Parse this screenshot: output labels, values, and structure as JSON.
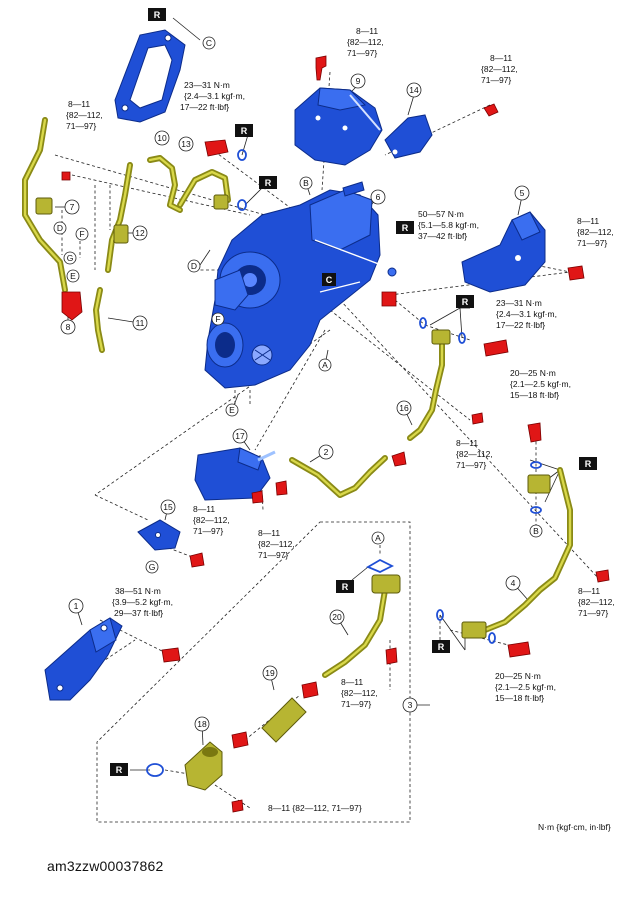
{
  "doc_code": "am3zzw00037862",
  "units_note": "N·m {kgf·cm, in·lbf}",
  "replace_mark": "R",
  "ref_letters": {
    "A": "A",
    "B": "B",
    "C": "C",
    "D": "D",
    "E": "E",
    "F": "F",
    "G": "G"
  },
  "part_numbers": {
    "p1": "1",
    "p2": "2",
    "p3": "3",
    "p4": "4",
    "p5": "5",
    "p6": "6",
    "p7": "7",
    "p8": "8",
    "p9": "9",
    "p10": "10",
    "p11": "11",
    "p12": "12",
    "p13": "13",
    "p14": "14",
    "p15": "15",
    "p16": "16",
    "p17": "17",
    "p18": "18",
    "p19": "19",
    "p20": "20"
  },
  "torque_specs": {
    "t8_11": [
      "8—11",
      "{82—112,",
      "71—97}"
    ],
    "t8_11_inline": "8—11 {82—112, 71—97}",
    "t23_31": [
      "23—31 N·m",
      "{2.4—3.1 kgf·m,",
      "17—22 ft·lbf}"
    ],
    "t50_57": [
      "50—57 N·m",
      "{5.1—5.8 kgf·m,",
      "37—42 ft·lbf}"
    ],
    "t20_25": [
      "20—25 N·m",
      "{2.1—2.5 kgf·m,",
      "15—18 ft·lbf}"
    ],
    "t38_51": [
      "38—51 N·m",
      "{3.9—5.2 kgf·m,",
      "29—37 ft·lbf}"
    ]
  },
  "colors": {
    "turbo_blue": "#1f4fd6",
    "pipe_olive": "#b7b532",
    "bolt_red": "#e01616",
    "line_dark": "#222222"
  }
}
